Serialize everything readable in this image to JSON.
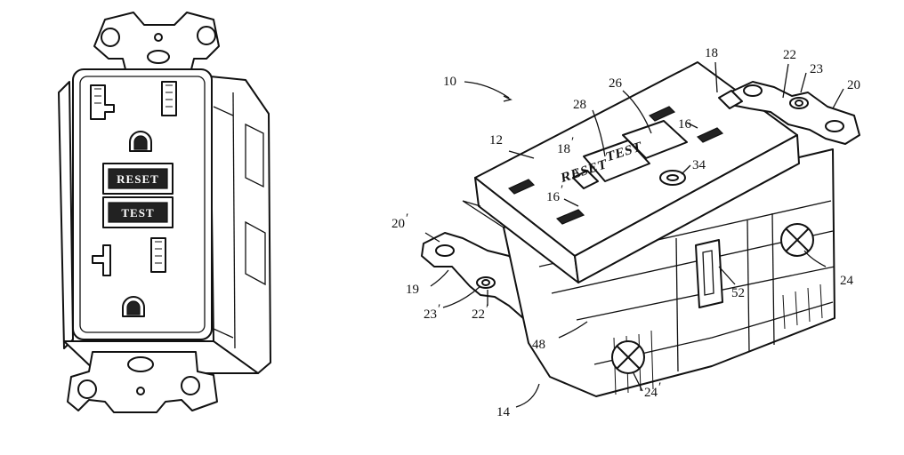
{
  "front_view": {
    "button_top_text": "RESET",
    "button_bottom_text": "TEST"
  },
  "perspective_view": {
    "reset_label": "RESET",
    "test_label": "TEST",
    "callouts": [
      {
        "id": "10",
        "text": "10"
      },
      {
        "id": "12",
        "text": "12"
      },
      {
        "id": "14",
        "text": "14"
      },
      {
        "id": "16a",
        "text": "16"
      },
      {
        "id": "16b",
        "text": "16"
      },
      {
        "id": "18a",
        "text": "18"
      },
      {
        "id": "18b",
        "text": "18"
      },
      {
        "id": "19",
        "text": "19"
      },
      {
        "id": "20a",
        "text": "20"
      },
      {
        "id": "20b",
        "text": "20"
      },
      {
        "id": "22a",
        "text": "22"
      },
      {
        "id": "22b",
        "text": "22"
      },
      {
        "id": "23a",
        "text": "23"
      },
      {
        "id": "23b",
        "text": "23"
      },
      {
        "id": "24a",
        "text": "24"
      },
      {
        "id": "24b",
        "text": "24"
      },
      {
        "id": "26",
        "text": "26"
      },
      {
        "id": "28",
        "text": "28"
      },
      {
        "id": "34",
        "text": "34"
      },
      {
        "id": "48",
        "text": "48"
      },
      {
        "id": "52",
        "text": "52"
      }
    ]
  }
}
